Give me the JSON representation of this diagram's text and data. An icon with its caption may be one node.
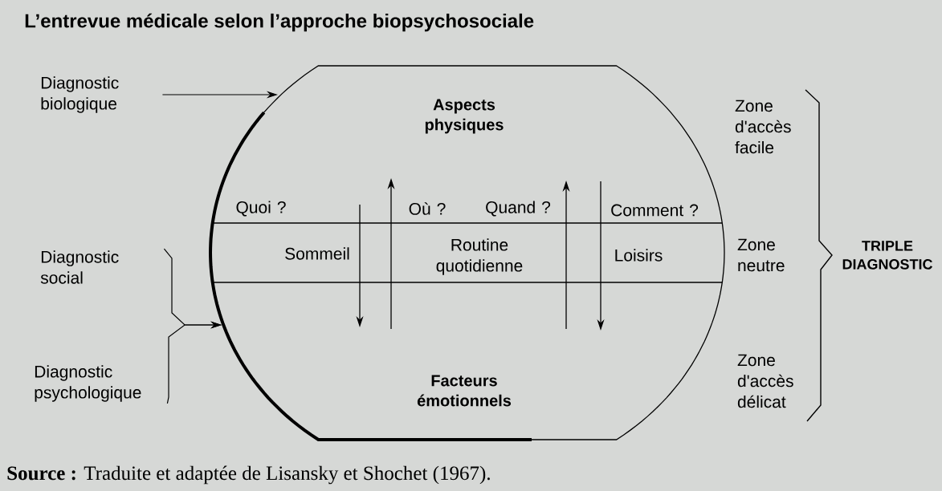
{
  "diagram": {
    "title": "L’entrevue médicale selon l’approche biopsychosociale",
    "caption": "**Source :** Traduite et adaptée de Lisansky et Shochet (1967).",
    "nodes": [
      {
        "text": [],
        "shape": "circle"
      },
      {
        "text": [
          "Sommeil",
          "Routine quotidienne",
          "Loisirs"
        ],
        "in": 0
      },
      {
        "text": [
          "Diagnostic biologique"
        ]
      },
      {
        "text": [
          "Diagnostic social"
        ]
      },
      {
        "text": [
          "Diagnostic psychologique"
        ]
      }
    ],
    "edges": [
      {
        "from": 2,
        "to": 0,
        "arrow": "to"
      },
      {
        "from": 3,
        "to": 0,
        "arrow": "to"
      },
      {
        "from": 4,
        "to": 0,
        "arrow": "to"
      }
    ],
    "labels": [
      "Aspects physiques",
      "Zone d'accès facile",
      "Quoi ?",
      "Où ?",
      "Quand ?",
      "Comment ?",
      "Zone neutre",
      "TRIPLE DIAGNOSTIC",
      "Zone d'accès délicat",
      "Facteurs émotionnels"
    ]
  }
}
